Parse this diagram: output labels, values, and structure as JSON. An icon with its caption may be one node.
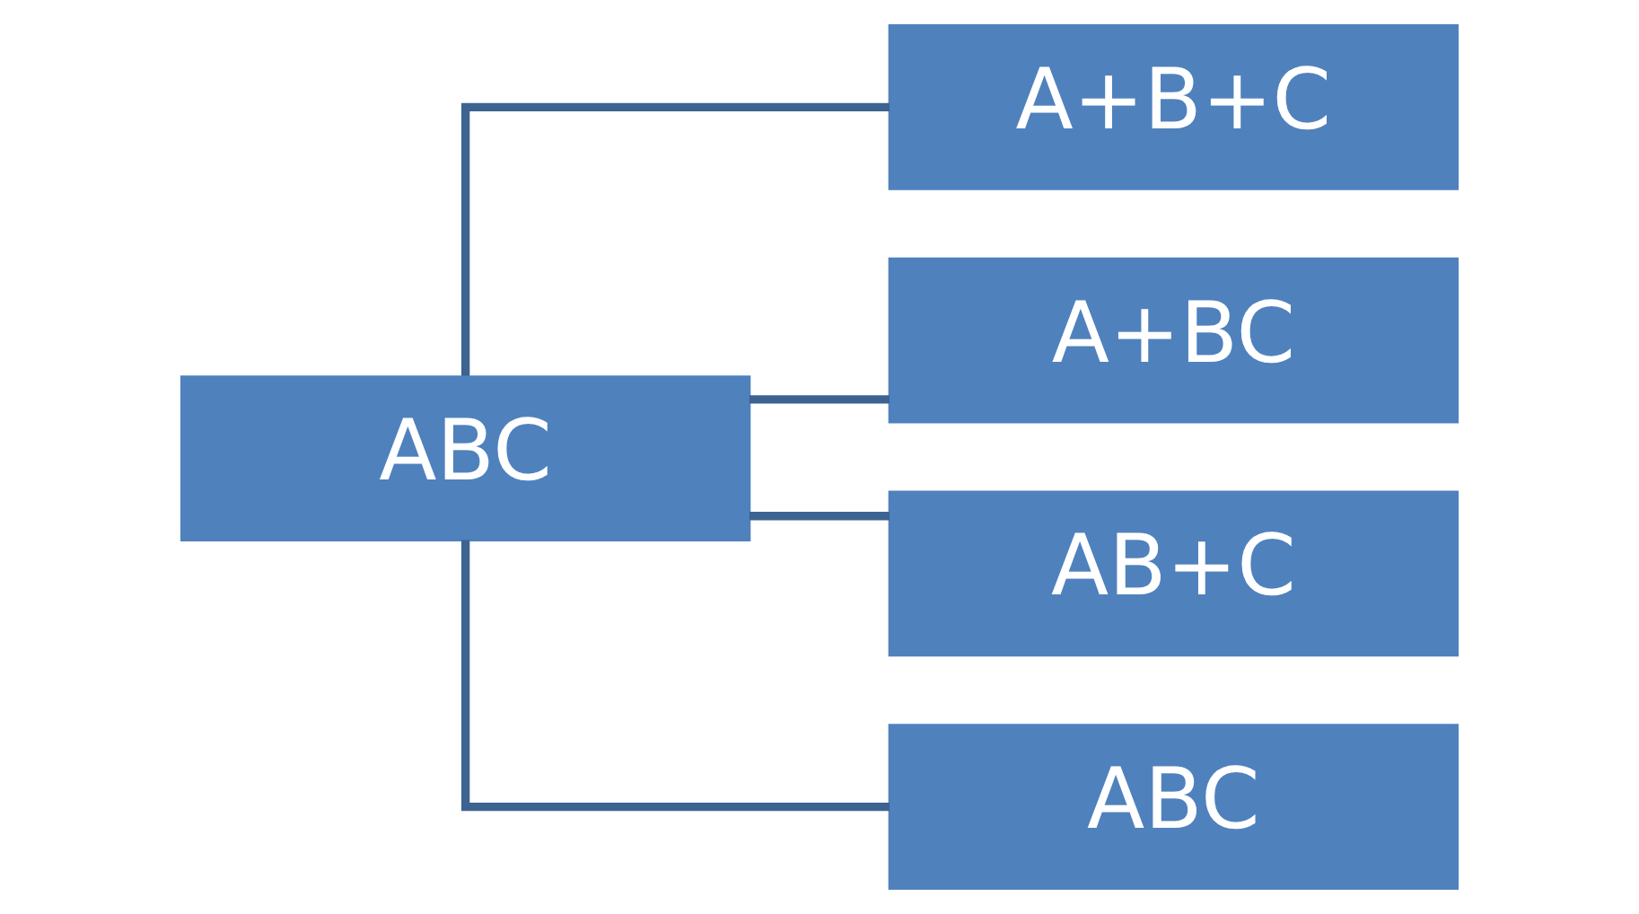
{
  "diagram": {
    "nodes": [
      {
        "text": [
          "ABC"
        ]
      },
      {
        "text": [
          "A+B+C"
        ]
      },
      {
        "text": [
          "A+BC"
        ]
      },
      {
        "text": [
          "AB+C"
        ]
      },
      {
        "text": [
          "ABC"
        ]
      }
    ],
    "edges": [
      {
        "from": 0,
        "to": 1,
        "arrow": "none"
      },
      {
        "from": 0,
        "to": 2,
        "arrow": "none"
      },
      {
        "from": 0,
        "to": 3,
        "arrow": "none"
      },
      {
        "from": 0,
        "to": 4,
        "arrow": "none"
      }
    ]
  }
}
